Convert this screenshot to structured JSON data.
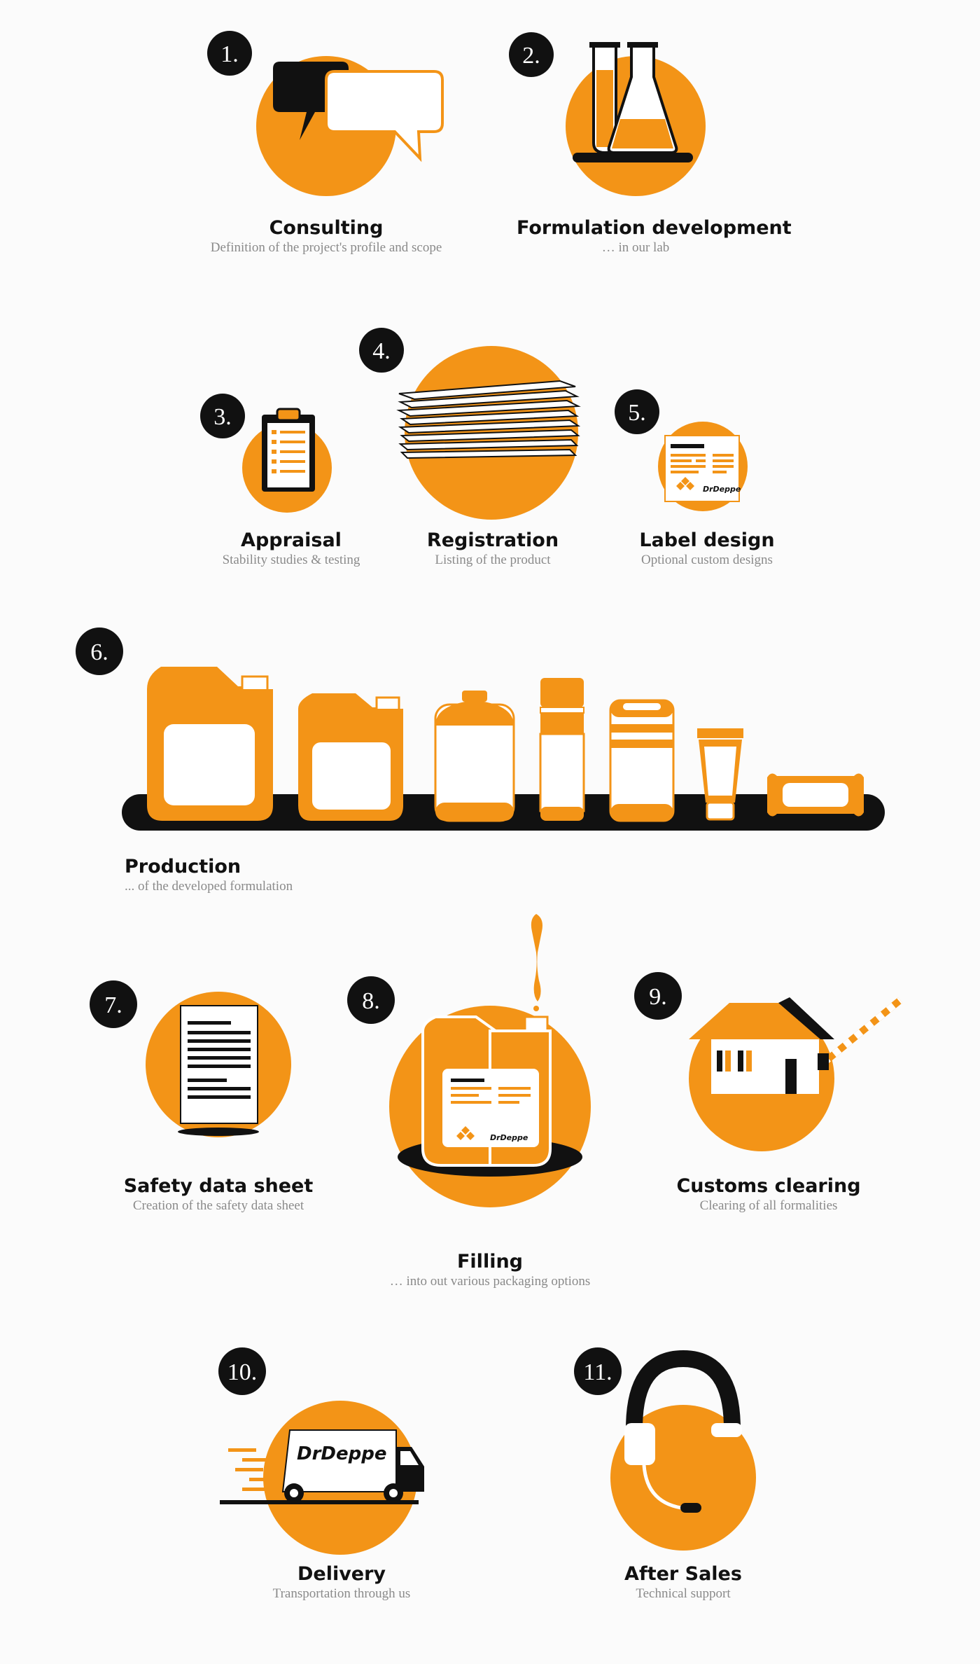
{
  "brand": {
    "name": "DrDeppe",
    "orange": "#f39417",
    "black": "#111111",
    "white": "#ffffff",
    "text_gray": "#8a8a8a"
  },
  "steps": [
    {
      "num": "1.",
      "title": "Consulting",
      "subtitle": "Definition of the project's profile and scope",
      "icon": "speech-bubbles-icon"
    },
    {
      "num": "2.",
      "title": "Formulation development",
      "subtitle": "… in our lab",
      "icon": "lab-flasks-icon"
    },
    {
      "num": "3.",
      "title": "Appraisal",
      "subtitle": "Stability studies & testing",
      "icon": "clipboard-checklist-icon"
    },
    {
      "num": "4.",
      "title": "Registration",
      "subtitle": "Listing of the product",
      "icon": "paper-stack-icon"
    },
    {
      "num": "5.",
      "title": "Label design",
      "subtitle": "Optional custom designs",
      "icon": "label-card-icon"
    },
    {
      "num": "6.",
      "title": "Production",
      "subtitle": "... of the developed formulation",
      "icon": "production-line-icon"
    },
    {
      "num": "7.",
      "title": "Safety data sheet",
      "subtitle": "Creation of the safety data sheet",
      "icon": "document-sheet-icon"
    },
    {
      "num": "8.",
      "title": "Filling",
      "subtitle": "… into out various packaging options",
      "icon": "canister-filling-icon"
    },
    {
      "num": "9.",
      "title": "Customs clearing",
      "subtitle": "Clearing of all formalities",
      "icon": "customs-house-icon"
    },
    {
      "num": "10.",
      "title": "Delivery",
      "subtitle": "Transportation through us",
      "icon": "delivery-truck-icon"
    },
    {
      "num": "11.",
      "title": "After Sales",
      "subtitle": "Technical support",
      "icon": "headset-icon"
    }
  ]
}
